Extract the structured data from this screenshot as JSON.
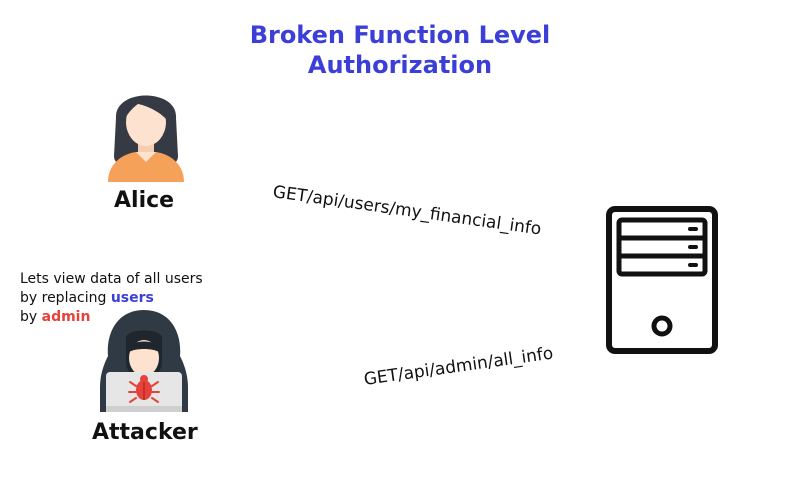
{
  "title": {
    "line1": "Broken Function Level",
    "line2": "Authorization"
  },
  "actors": {
    "user": {
      "name": "Alice",
      "icon": "woman-avatar-icon"
    },
    "attacker": {
      "name": "Attacker",
      "icon": "hooded-hacker-with-laptop-icon"
    }
  },
  "attacker_note": {
    "line1": "Lets view data of all users",
    "line2_prefix": "by replacing ",
    "line2_highlight": "users",
    "line3_prefix": "by ",
    "line3_highlight": "admin"
  },
  "requests": {
    "legit": "GET/api/users/my_financial_info",
    "malicious": "GET/api/admin/all_info"
  },
  "server": {
    "icon": "server-tower-icon"
  },
  "colors": {
    "title": "#3b3fd8",
    "highlight_users": "#3b3fd8",
    "highlight_admin": "#e8413a",
    "skin": "#fde3cf",
    "hair": "#353a45",
    "shirt": "#f6a15a",
    "hood": "#2f3a44",
    "laptop": "#e6e6e6",
    "bug": "#e8413a"
  }
}
